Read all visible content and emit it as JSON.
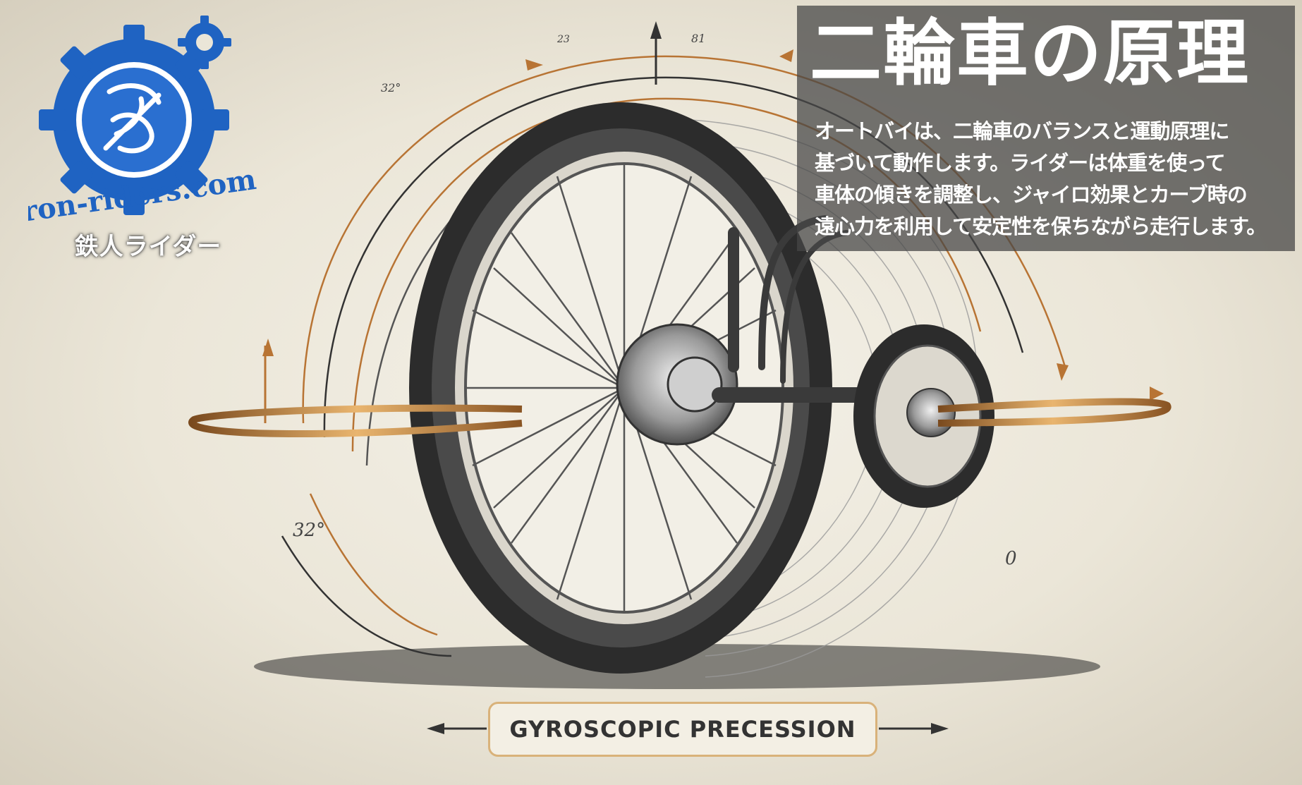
{
  "colors": {
    "background": "#ebe6d8",
    "panel": "#464646",
    "logo_blue": "#1f63c2",
    "arrow_orange": "#c07a38",
    "tire_dark": "#2c2c2c"
  },
  "logo": {
    "wordmark": "Iron-riders.com",
    "caption": "鉄人ライダー",
    "icon": "gear-emblem-icon"
  },
  "header": {
    "title": "二輪車の原理",
    "description": [
      "オートバイは、二輪車のバランスと運動原理に",
      "基づいて動作します。ライダーは体重を使って",
      "車体の傾きを調整し、ジャイロ効果とカーブ時の",
      "遠心力を利用して安定性を保ちながら走行します。"
    ]
  },
  "diagram": {
    "label": "GYROSCOPIC PRECESSION",
    "annotations": [
      "32°",
      "0"
    ]
  }
}
